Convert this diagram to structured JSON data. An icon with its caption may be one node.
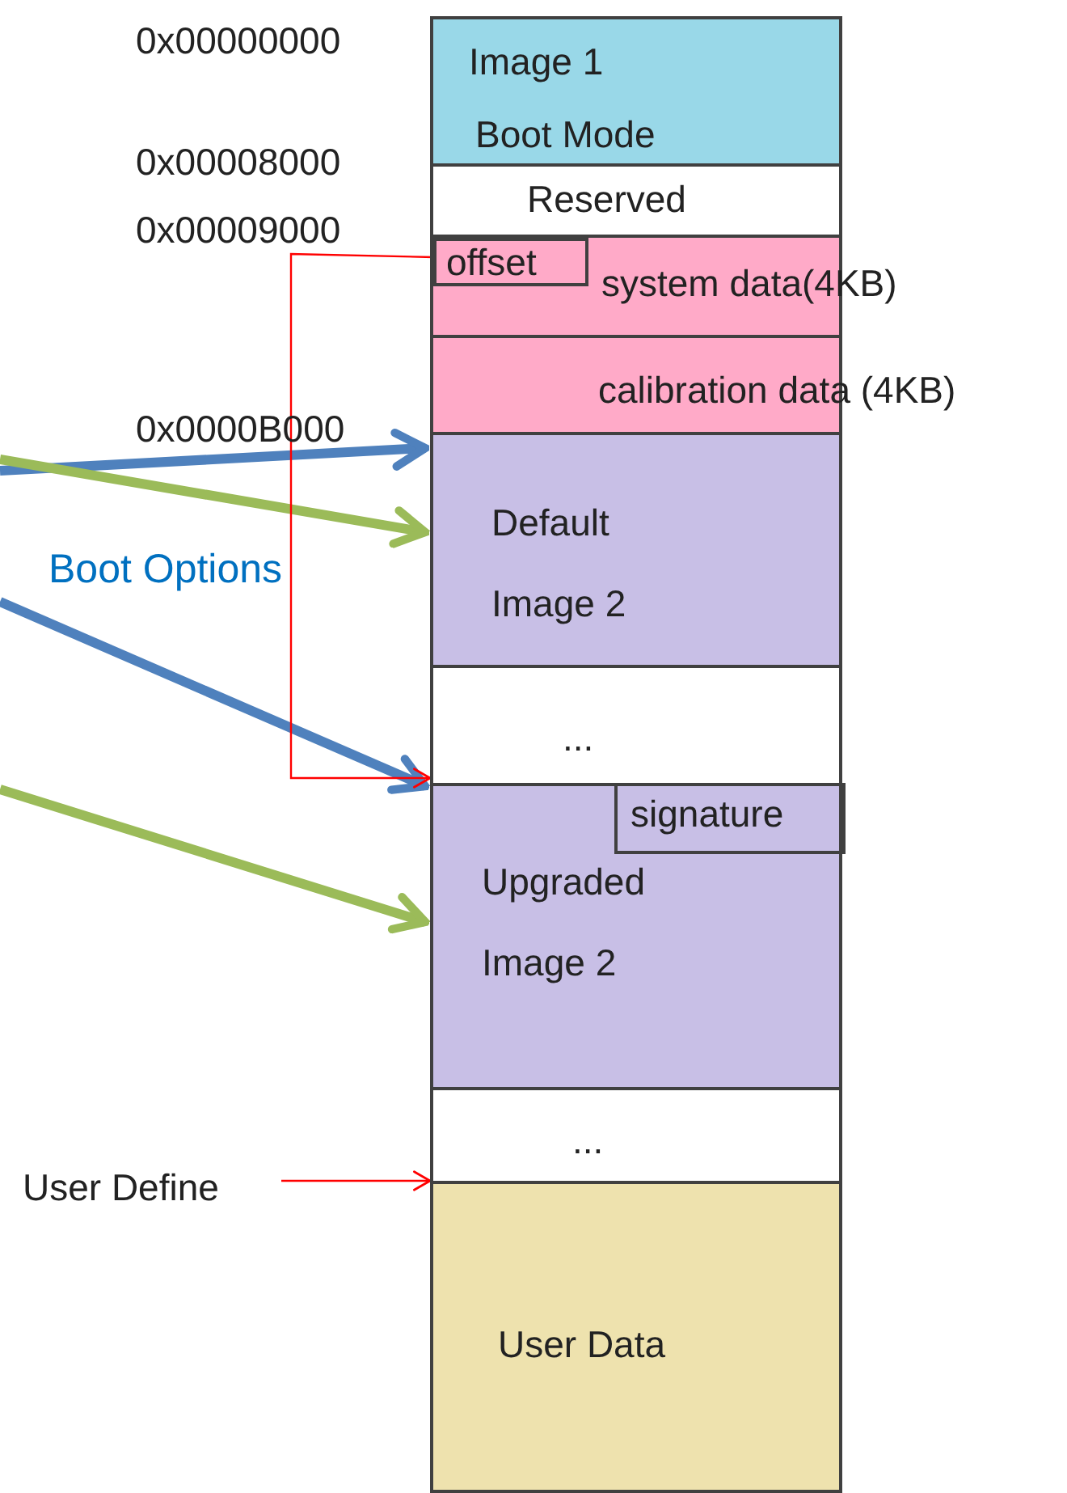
{
  "diagram": {
    "nodes": [
      {
        "text": [
          "Image 1",
          "Boot Mode"
        ]
      },
      {
        "text": [
          "Reserved"
        ]
      },
      {
        "text": [
          "system data(4KB)"
        ]
      },
      {
        "text": [
          "offset"
        ],
        "in": 2
      },
      {
        "text": [
          "calibration data (4KB)"
        ]
      },
      {
        "text": [
          "Default Image 2"
        ]
      },
      {
        "text": [
          "..."
        ]
      },
      {
        "text": [
          "Upgraded Image 2"
        ]
      },
      {
        "text": [
          "signature"
        ],
        "in": 7
      },
      {
        "text": [
          "..."
        ]
      },
      {
        "text": [
          "User Data"
        ]
      },
      {
        "text": [
          "User Define"
        ]
      }
    ],
    "edges": [
      {
        "from": null,
        "to": 5,
        "arrow": "to",
        "color": "#4f81bd"
      },
      {
        "from": null,
        "to": 5,
        "arrow": "to",
        "color": "#9bbb59"
      },
      {
        "from": null,
        "to": 7,
        "arrow": "to",
        "color": "#4f81bd"
      },
      {
        "from": null,
        "to": 7,
        "arrow": "to",
        "color": "#9bbb59"
      },
      {
        "from": 3,
        "to": 7,
        "arrow": "to",
        "color": "#ff0000"
      },
      {
        "from": 11,
        "to": 10,
        "arrow": "to",
        "color": "#ff0000"
      }
    ],
    "labels": [
      "0x00000000",
      "0x00008000",
      "0x00009000",
      "0x0000B000",
      "Boot Options"
    ]
  }
}
